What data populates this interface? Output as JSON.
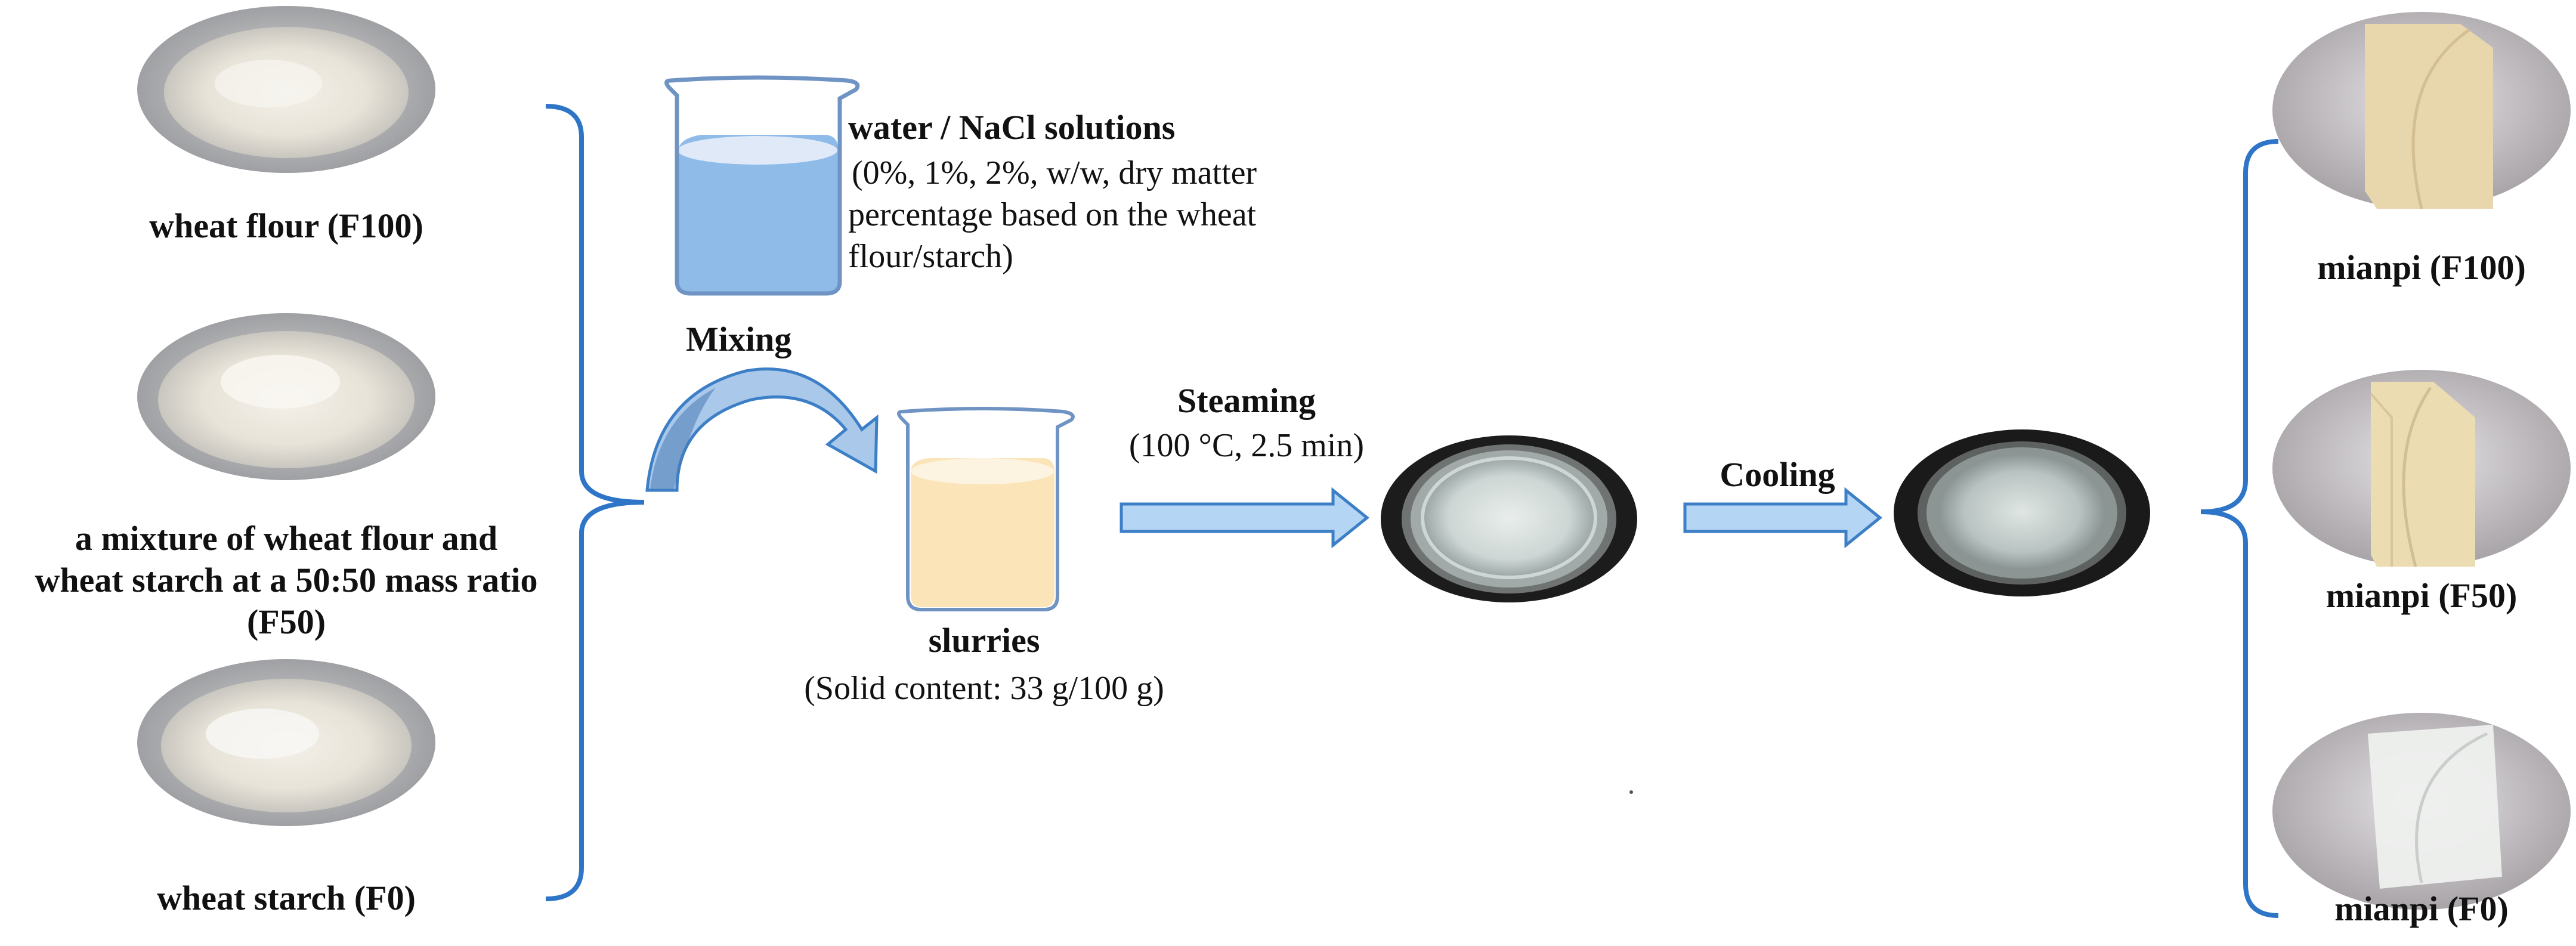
{
  "ingredients": {
    "flour_label": "wheat flour (F100)",
    "mixture_line1": "a mixture of wheat flour and",
    "mixture_line2": "wheat starch at a 50:50 mass ratio",
    "mixture_line3": "(F50)",
    "starch_label": "wheat starch (F0)"
  },
  "water": {
    "title": "water / NaCl solutions",
    "line1": "(0%, 1%, 2%,  w/w, dry matter",
    "line2": "percentage based on the wheat",
    "line3": "flour/starch)"
  },
  "mixing_label": "Mixing",
  "slurries": {
    "title": "slurries",
    "detail": "(Solid content: 33 g/100 g)"
  },
  "steaming": {
    "title": "Steaming",
    "detail": "(100 °C, 2.5 min)"
  },
  "cooling_label": "Cooling",
  "products": {
    "f100": "mianpi  (F100)",
    "f50": "mianpi (F50)",
    "f0": "mianpi (F0)"
  },
  "colors": {
    "bracket": "#2e75c8",
    "arrow_fill": "#b4d5f3",
    "arrow_stroke": "#3c7fc6",
    "water": "#8fbbe9",
    "slurry": "#fbe4b8"
  }
}
